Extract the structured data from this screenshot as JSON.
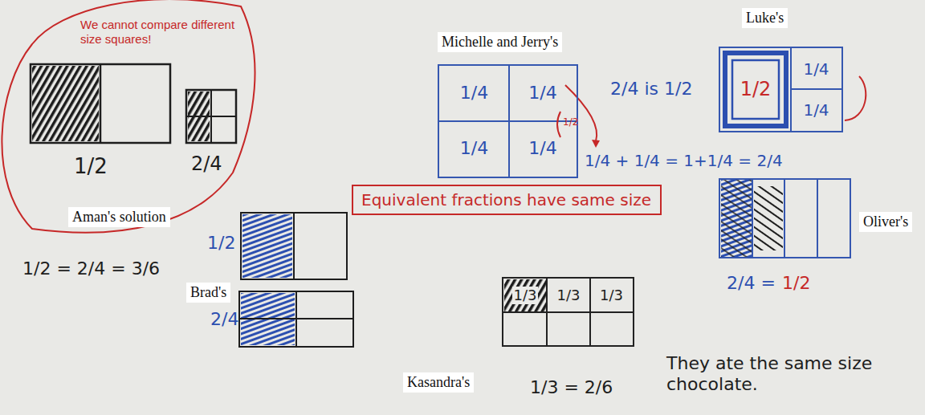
{
  "diagram": {
    "nodes": [
      {
        "text": [
          "We cannot compare different size squares!"
        ]
      },
      {
        "text": [
          "Michelle and Jerry's"
        ]
      },
      {
        "text": [
          "1/4"
        ],
        "in": 1
      },
      {
        "text": [
          "1/4"
        ],
        "in": 1
      },
      {
        "text": [
          "1/4"
        ],
        "in": 1
      },
      {
        "text": [
          "1/4"
        ],
        "in": 1
      },
      {
        "text": [
          "Luke's"
        ]
      },
      {
        "text": [
          "1/2"
        ],
        "in": 6
      },
      {
        "text": [
          "1/4"
        ],
        "in": 6
      },
      {
        "text": [
          "1/4"
        ],
        "in": 6
      },
      {
        "text": [
          "Equivalent fractions have same size"
        ]
      },
      {
        "text": [
          "Oliver's"
        ]
      },
      {
        "text": [
          "Kasandra's"
        ]
      },
      {
        "text": [
          "1/3"
        ],
        "in": 12
      },
      {
        "text": [
          "1/3"
        ],
        "in": 12
      },
      {
        "text": [
          "1/3"
        ],
        "in": 12
      }
    ],
    "labels": [
      "1/2",
      "2/4",
      "Aman's solution",
      "2/4 is 1/2",
      "1/2",
      "1/4 + 1/4 = 1+1/4 = 2/4",
      "1/2 = 2/4 = 3/6",
      "Brad's",
      "1/2",
      "2/4",
      "2/4 =",
      "1/2",
      "1/3 = 2/6",
      "They ate the same size chocolate."
    ]
  }
}
